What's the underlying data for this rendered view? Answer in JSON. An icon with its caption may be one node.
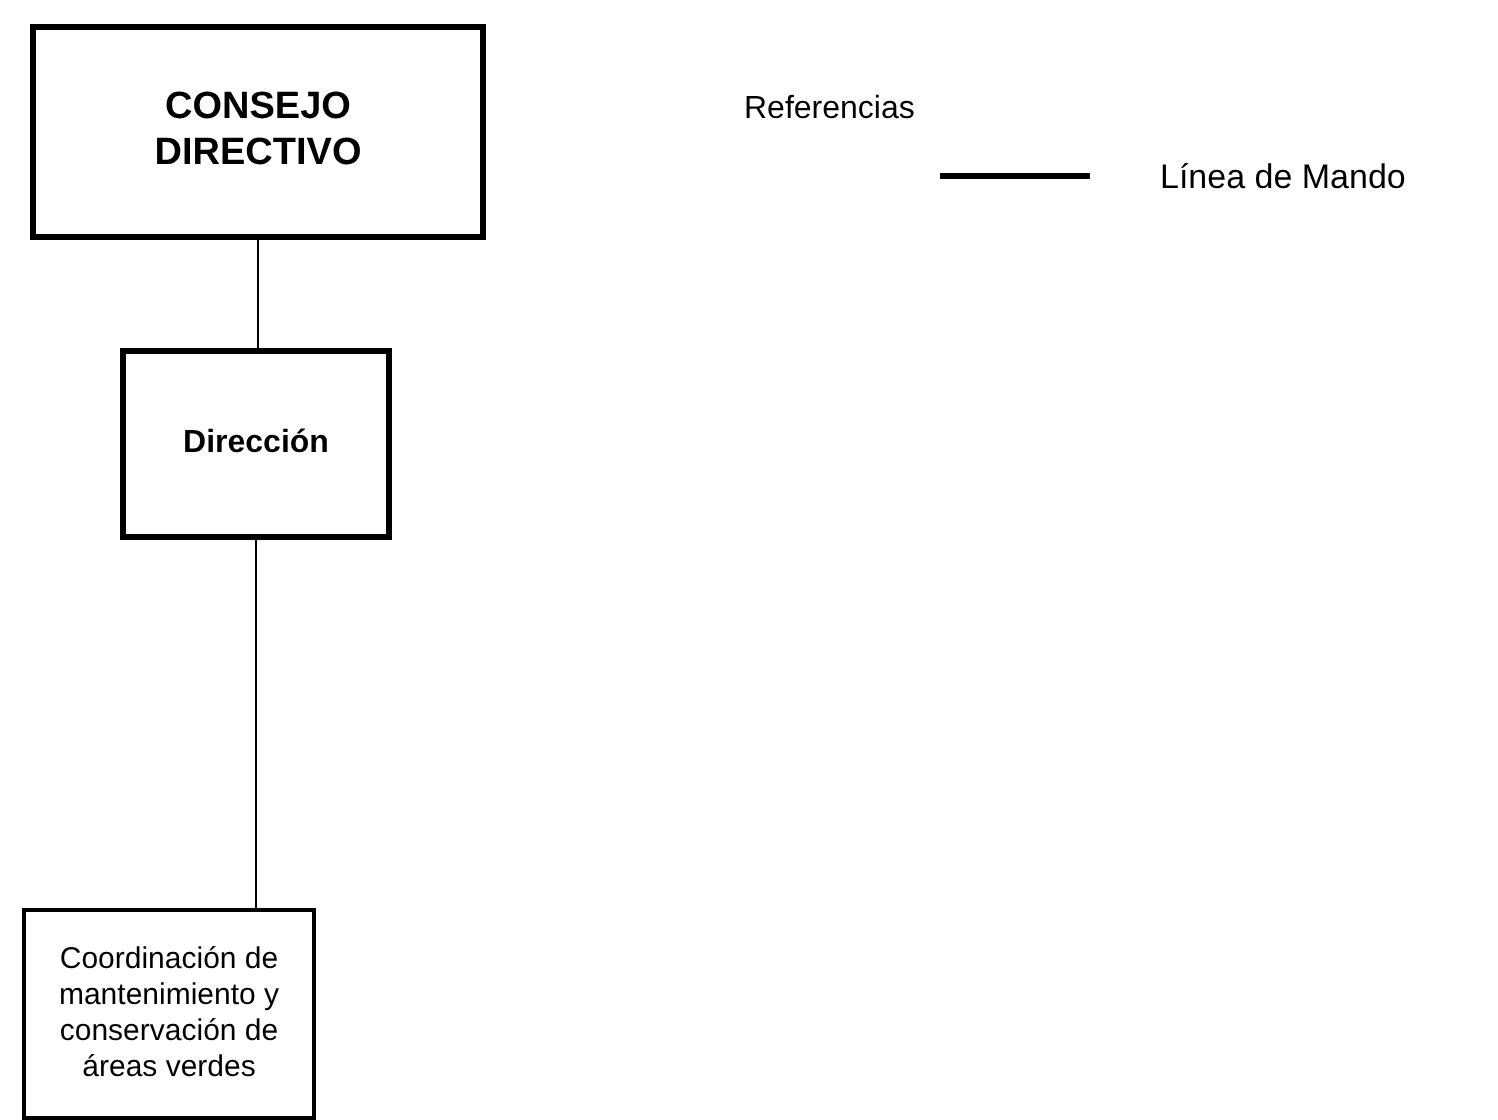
{
  "diagram": {
    "nodes": [
      {
        "text": [
          "CONSEJO DIRECTIVO"
        ]
      },
      {
        "text": [
          "Dirección"
        ]
      },
      {
        "text": [
          "Coordinación de mantenimiento y conservación de áreas verdes"
        ]
      }
    ],
    "edges": [
      {
        "from": 0,
        "to": 1,
        "arrow": "none"
      },
      {
        "from": 1,
        "to": 2,
        "arrow": "none"
      }
    ],
    "labels": [
      "Referencias"
    ],
    "legend": [
      {
        "text": "Línea de Mando"
      }
    ]
  }
}
